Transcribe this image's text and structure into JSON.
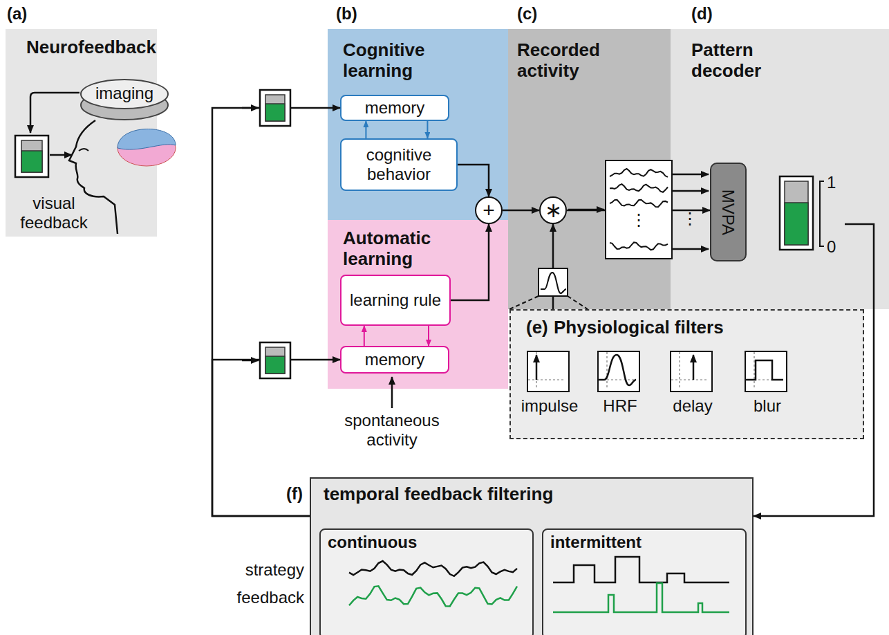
{
  "diagram": {
    "nodes": [
      {
        "text": [
          "(a)",
          "Neurofeedback"
        ]
      },
      {
        "text": [
          "imaging"
        ],
        "in": 0
      },
      {
        "text": [
          "(b)",
          "Cognitive learning"
        ]
      },
      {
        "text": [
          "memory"
        ],
        "in": 2
      },
      {
        "text": [
          "cognitive behavior"
        ],
        "in": 2
      },
      {
        "text": [
          "Automatic learning"
        ]
      },
      {
        "text": [
          "learning rule"
        ],
        "in": 5
      },
      {
        "text": [
          "memory"
        ],
        "in": 5
      },
      {
        "text": [
          "+"
        ]
      },
      {
        "text": [
          "(c)",
          "Recorded activity"
        ]
      },
      {
        "text": [
          "∗"
        ],
        "in": 9
      },
      {
        "text": [
          "(d)",
          "Pattern decoder"
        ]
      },
      {
        "text": [
          "MVPA"
        ],
        "in": 11
      },
      {
        "text": [
          "(e)",
          "Physiological filters"
        ]
      },
      {
        "text": [
          "impulse"
        ],
        "in": 13
      },
      {
        "text": [
          "HRF"
        ],
        "in": 13
      },
      {
        "text": [
          "delay"
        ],
        "in": 13
      },
      {
        "text": [
          "blur"
        ],
        "in": 13
      },
      {
        "text": [
          "(f)",
          "temporal feedback filtering"
        ]
      },
      {
        "text": [
          "continuous"
        ],
        "in": 18
      },
      {
        "text": [
          "intermittent"
        ],
        "in": 18
      }
    ],
    "edges": [
      {
        "from": 3,
        "to": 4,
        "arrow": "to"
      },
      {
        "from": 4,
        "to": 3,
        "arrow": "to"
      },
      {
        "from": 4,
        "to": 8,
        "arrow": "to"
      },
      {
        "from": 6,
        "to": 8,
        "arrow": "to"
      },
      {
        "from": 6,
        "to": 7,
        "arrow": "to"
      },
      {
        "from": 7,
        "to": 6,
        "arrow": "to"
      },
      {
        "from": 8,
        "to": 10,
        "arrow": "to"
      },
      {
        "from": 10,
        "to": 12,
        "arrow": "to"
      },
      {
        "from": 13,
        "to": 10,
        "arrow": "to"
      },
      {
        "from": 11,
        "to": 18,
        "arrow": "to"
      },
      {
        "from": 18,
        "to": 3,
        "arrow": "to"
      },
      {
        "from": 18,
        "to": 7,
        "arrow": "to"
      }
    ],
    "labels": [
      "visual feedback",
      "spontaneous activity",
      "⋮",
      "⋮",
      "1",
      "0",
      "strategy",
      "feedback"
    ]
  }
}
